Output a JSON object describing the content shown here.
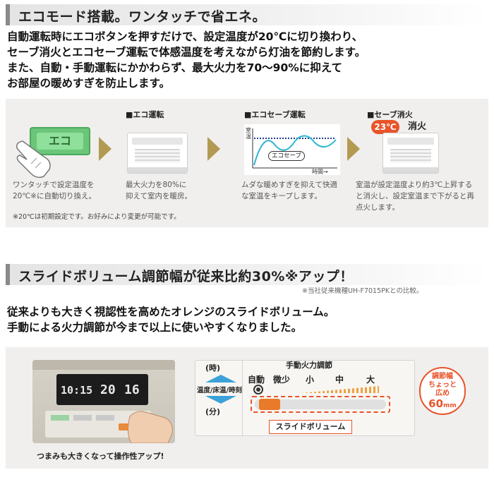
{
  "section1": {
    "title": "エコモード搭載。ワンタッチで省エネ。",
    "lines": [
      "自動運転時にエコボタンを押すだけで、設定温度が20℃に切り換わり、",
      "セーブ消火とエコセーブ運転で体感温度を考えながら灯油を節約します。",
      "また、自動・手動運転にかかわらず、最大火力を70〜90%に抑えて",
      "お部屋の暖めすぎを防止します。"
    ]
  },
  "steps": {
    "eco_button_label": "エコ",
    "step1_desc": [
      "ワンタッチで設定温度を",
      "20℃※に自動切り換え。"
    ],
    "step2_title": "■エコ運転",
    "step2_desc": [
      "最大火力を80%に",
      "抑えて室内を暖房。"
    ],
    "step3_title": "■エコセーブ運転",
    "step3_graph_ylabel": "室温",
    "step3_graph_xlabel": "時間→",
    "step3_graph_tag": "エコセーブ",
    "step3_desc": [
      "ムダな暖めすぎを抑えて快適",
      "な室温をキープします。"
    ],
    "step4_title": "■セーブ消火",
    "step4_temp": "23℃",
    "step4_off": "消火",
    "step4_desc": [
      "室温が設定温度より約3℃上昇する",
      "と消火し、設定室温まで下がると再",
      "点火します。"
    ],
    "footnote": "※20℃は初期設定です。お好みにより変更が可能です。"
  },
  "section2": {
    "title": "スライドボリューム調節幅が従来比約30%※アップ！",
    "note": "※当社従来機種UH-F7015PKとの比較。",
    "lines": [
      "従来よりも大きく視認性を高めたオレンジのスライドボリューム。",
      "手動による火力調節が今まで以上に使いやすくなりました。"
    ]
  },
  "photo": {
    "lcd_time": "10:15",
    "lcd_temp": "20",
    "lcd_temp2": "16",
    "caption": "つまみも大きくなって操作性アップ!"
  },
  "control": {
    "time_label": "(時)",
    "minute_label": "(分)",
    "temp_label": "温度/床温/時刻",
    "auto_label": "自動",
    "manual_title": "手動火力調節",
    "levels": [
      "微少",
      "小",
      "中",
      "大"
    ],
    "slider_caption": "スライドボリューム",
    "badge_lines": [
      "調節幅",
      "ちょっと",
      "広め"
    ],
    "badge_value": "60",
    "badge_unit": "mm"
  }
}
